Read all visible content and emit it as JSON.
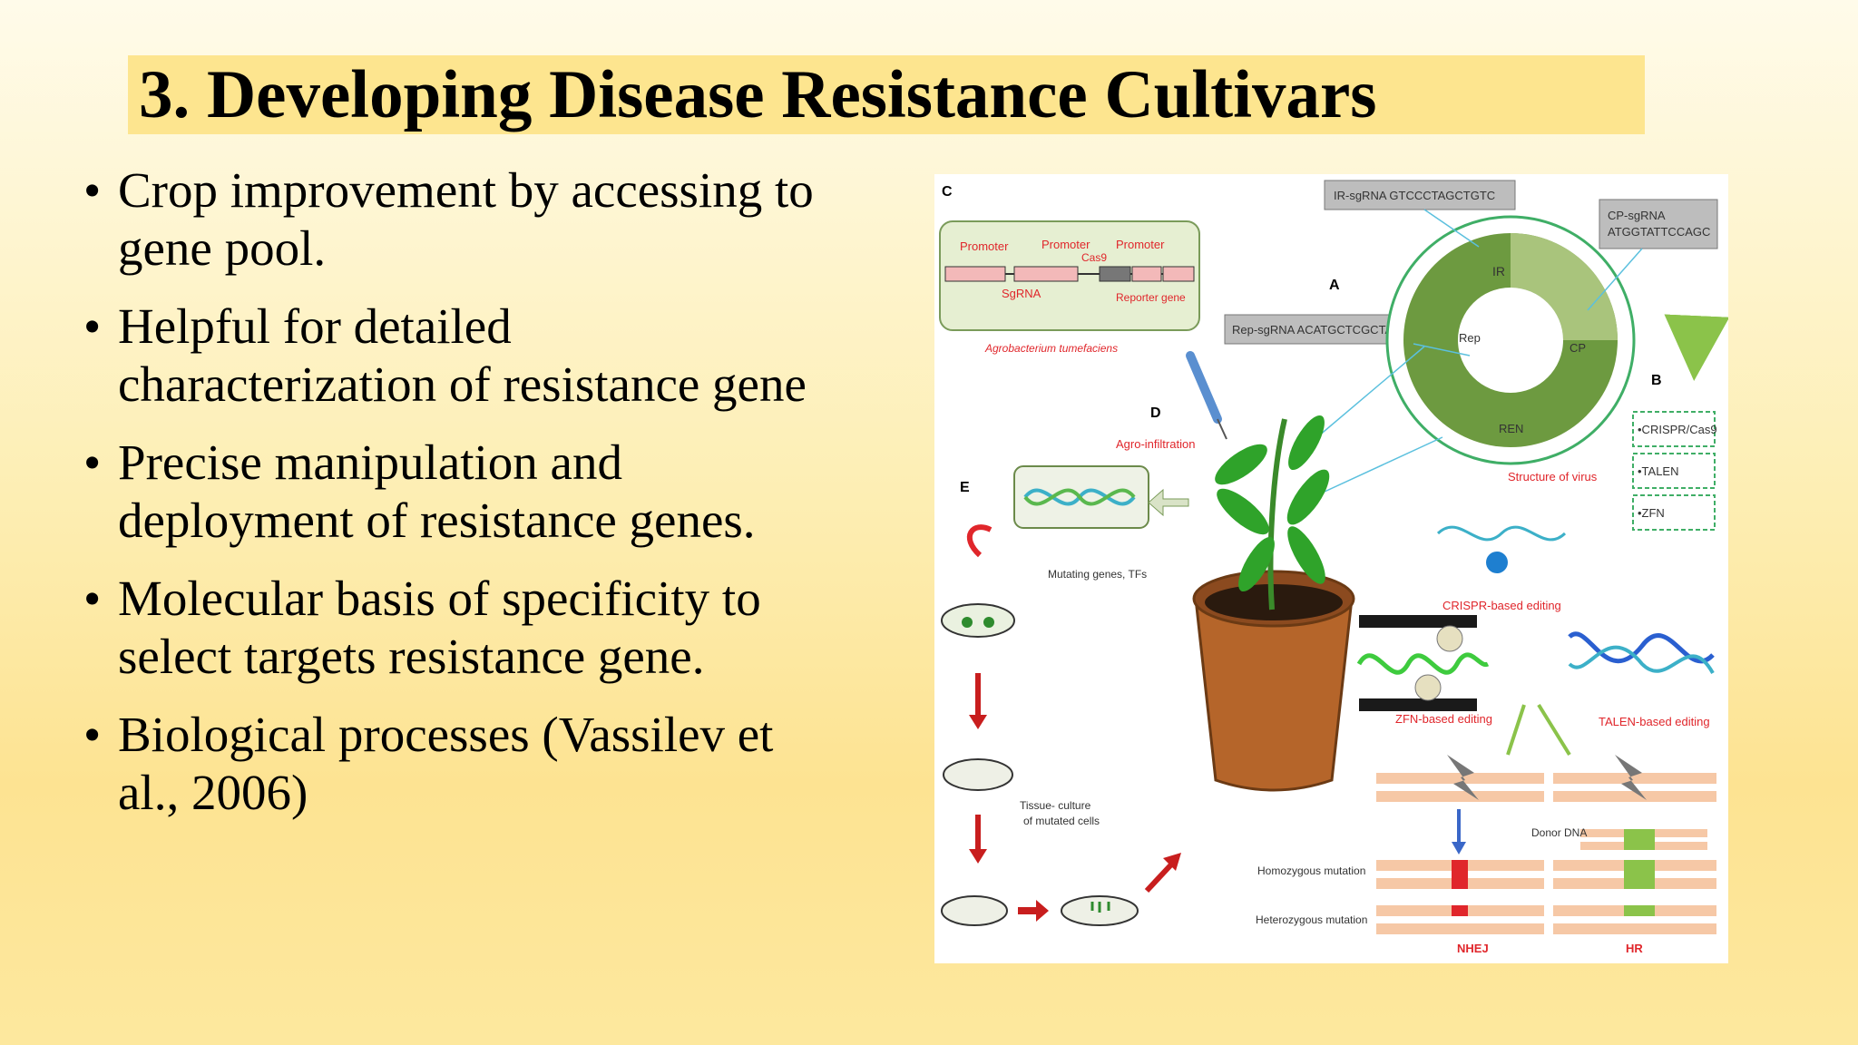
{
  "slide": {
    "title": "3. Developing Disease Resistance Cultivars",
    "bullets": [
      {
        "line1": "Crop improvement by accessing to",
        "line2": "gene pool."
      },
      {
        "line1": "Helpful for detailed",
        "line2": "characterization of resistance gene"
      },
      {
        "line1": "Precise manipulation and",
        "line2": "deployment of resistance genes."
      },
      {
        "line1": "Molecular basis of specificity to",
        "line2": "select targets resistance gene."
      },
      {
        "line1": "Biological processes (Vassilev et",
        "line2": "al., 2006)"
      }
    ],
    "bullet_glyph": "•"
  },
  "figure": {
    "panel_letters": {
      "a": "A",
      "b": "B",
      "c": "C",
      "d": "D",
      "e": "E"
    },
    "construct": {
      "promoter1": "Promoter",
      "promoter2": "Promoter",
      "promoter3": "Promoter",
      "cas9": "Cas9",
      "sgrna": "SgRNA",
      "reporter": "Reporter gene",
      "host": "Agrobacterium tumefaciens"
    },
    "sgrna_boxes": {
      "ir": "IR-sgRNA    GTCCCTAGCTGTC",
      "cp_line1": "CP-sgRNA",
      "cp_line2": "ATGGTATTCCAGC",
      "rep": "Rep-sgRNA  ACATGCTCGCTAG"
    },
    "virus_segments": {
      "ir": "IR",
      "rep": "Rep",
      "cp": "CP",
      "ren": "REN"
    },
    "virus_label": "Structure of virus",
    "methods": [
      "•CRISPR/Cas9",
      "•TALEN",
      "•ZFN"
    ],
    "agro_label": "Agro-infiltration",
    "mutating_label": "Mutating genes, TFs",
    "tissue_label_line1": "Tissue- culture",
    "tissue_label_line2": "of mutated cells",
    "editing": {
      "crispr": "CRISPR-based editing",
      "zfn": "ZFN-based editing",
      "talen": "TALEN-based editing"
    },
    "repair": {
      "donor": "Donor DNA",
      "homozygous": "Homozygous mutation",
      "heterozygous": "Heterozygous mutation",
      "nhej": "NHEJ",
      "hr": "HR"
    },
    "colors": {
      "red_label": "#e0262b",
      "green_dark": "#5a8c35",
      "title_bar": "#fde58f"
    }
  }
}
